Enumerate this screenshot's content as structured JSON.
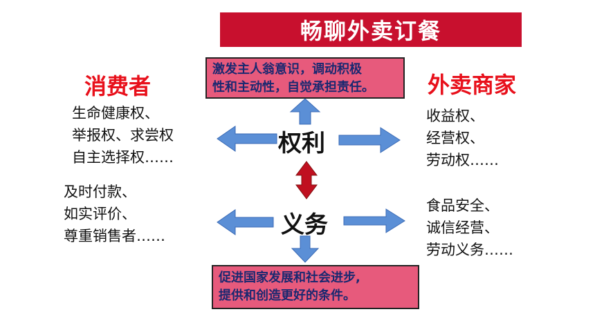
{
  "title": "畅聊外卖订餐",
  "top_note": {
    "lines": [
      "激发主人翁意识，调动积极",
      "性和主动性，自觉承担责任。"
    ]
  },
  "bottom_note": {
    "lines": [
      "促进国家发展和社会进步,",
      "提供和创造更好的条件。"
    ]
  },
  "consumer": {
    "heading": "消费者",
    "rights": [
      "生命健康权、",
      "举报权、求尝权",
      "自主选择权……"
    ],
    "duties": [
      "及时付款、",
      "如实评价、",
      "尊重销售者……"
    ]
  },
  "merchant": {
    "heading": "外卖商家",
    "rights": [
      "收益权、",
      "经营权、",
      "劳动权……"
    ],
    "duties": [
      "食品安全、",
      "诚信经营、",
      "劳动义务……"
    ]
  },
  "center": {
    "rights_label": "权利",
    "duties_label": "义务"
  },
  "colors": {
    "title_bg": "#c8102e",
    "note_bg": "#e75a7c",
    "note_text": "#1a2870",
    "heading": "#e8101b",
    "arrow_blue": "#5b8fd6",
    "arrow_red": "#c01020"
  }
}
